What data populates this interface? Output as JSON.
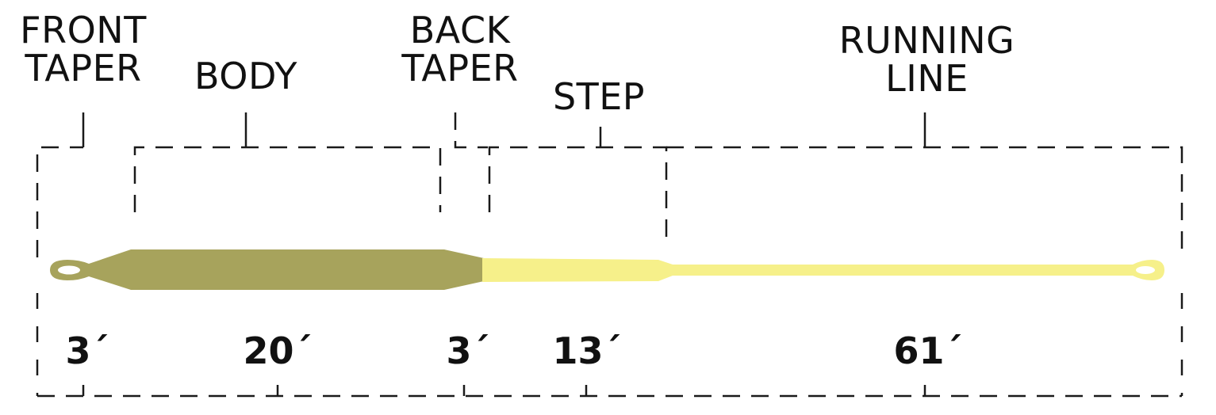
{
  "sections": [
    {
      "name": "front-taper",
      "label_lines": [
        "FRONT",
        "TAPER"
      ],
      "length": "3´"
    },
    {
      "name": "body",
      "label_lines": [
        "BODY"
      ],
      "length": "20´"
    },
    {
      "name": "back-taper",
      "label_lines": [
        "BACK",
        "TAPER"
      ],
      "length": "3´"
    },
    {
      "name": "step",
      "label_lines": [
        "STEP"
      ],
      "length": "13´"
    },
    {
      "name": "running-line",
      "label_lines": [
        "RUNNING",
        "LINE"
      ],
      "length": "61´"
    }
  ],
  "colors": {
    "head": "#a7a35c",
    "running_line": "#f6f08a",
    "bracket": "#1a1a1a",
    "text": "#111111"
  }
}
